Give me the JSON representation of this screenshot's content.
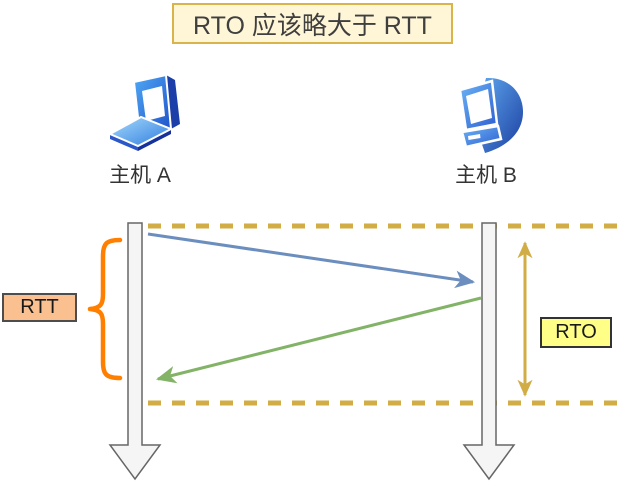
{
  "diagram": {
    "title": "RTO 应该略大于 RTT",
    "hosts": [
      {
        "label": "主机 A",
        "icon": "laptop-icon"
      },
      {
        "label": "主机 B",
        "icon": "desktop-icon"
      }
    ],
    "annotations": {
      "rtt": "RTT",
      "rto": "RTO"
    },
    "colors": {
      "title_bg": "#FFF5D7",
      "title_border": "#D8B44A",
      "gold": "#D2AC45",
      "blue": "#6C8EBF",
      "green": "#82B366",
      "orange": "#FF7F00",
      "rtt_bg": "#FAC090",
      "rto_bg": "#FFFF88",
      "timeline_fill": "#F5F5F5",
      "timeline_stroke": "#666666"
    }
  }
}
